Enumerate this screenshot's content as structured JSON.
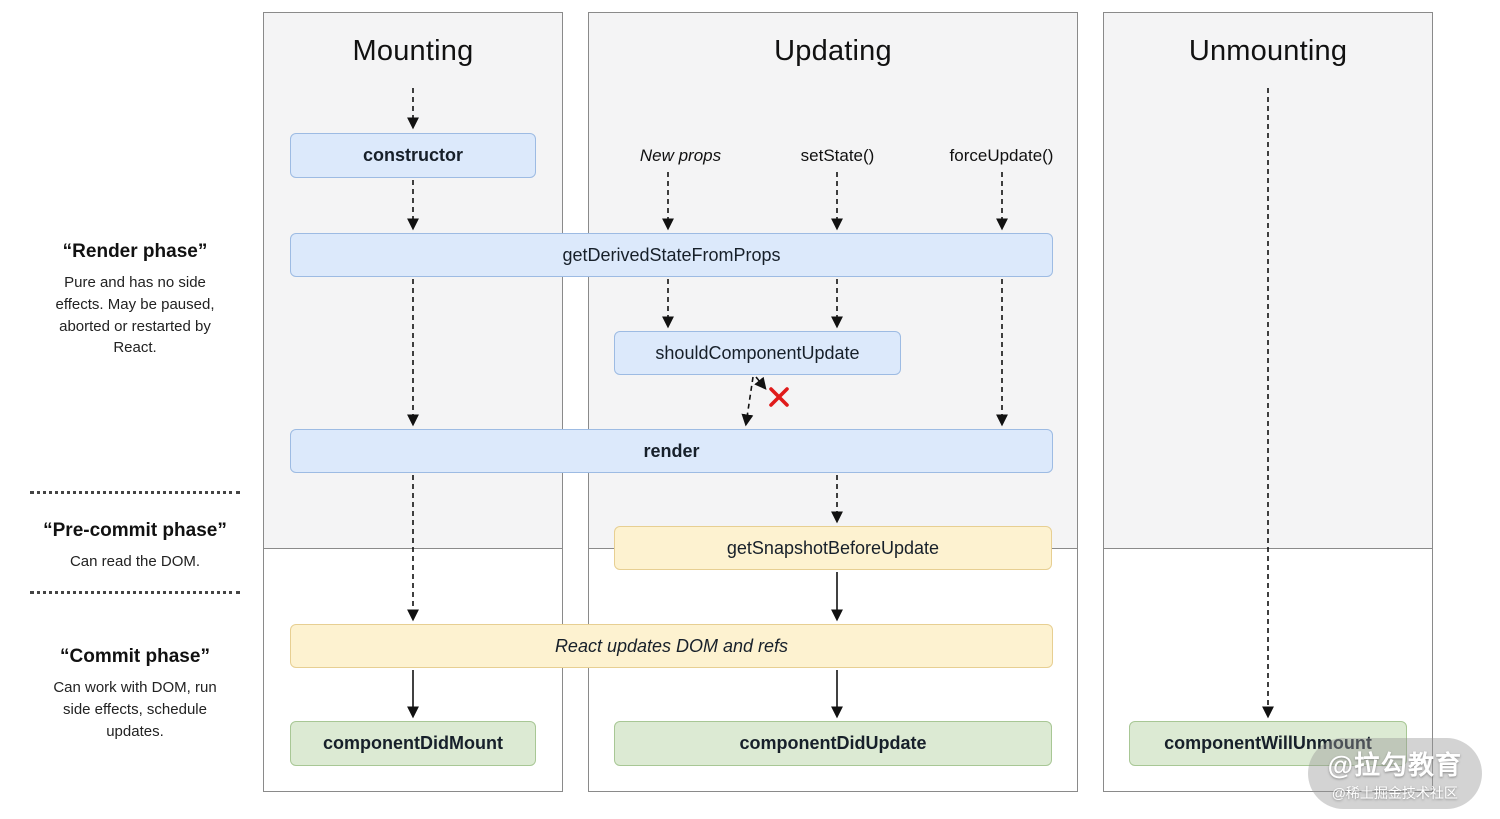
{
  "columns": {
    "mounting": {
      "title": "Mounting"
    },
    "updating": {
      "title": "Updating",
      "triggers": {
        "new_props": "New props",
        "set_state": "setState()",
        "force_update": "forceUpdate()"
      }
    },
    "unmounting": {
      "title": "Unmounting"
    }
  },
  "phases": {
    "render": {
      "title": "“Render phase”",
      "description": "Pure and has no side effects. May be paused, aborted or restarted by React."
    },
    "pre_commit": {
      "title": "“Pre-commit phase”",
      "description": "Can read the DOM."
    },
    "commit": {
      "title": "“Commit phase”",
      "description": "Can work with DOM, run side effects, schedule updates."
    }
  },
  "methods": {
    "constructor": "constructor",
    "getDerivedStateFromProps": "getDerivedStateFromProps",
    "shouldComponentUpdate": "shouldComponentUpdate",
    "render": "render",
    "getSnapshotBeforeUpdate": "getSnapshotBeforeUpdate",
    "reactUpdatesDom": "React updates DOM and refs",
    "componentDidMount": "componentDidMount",
    "componentDidUpdate": "componentDidUpdate",
    "componentWillUnmount": "componentWillUnmount"
  },
  "icons": {
    "skip_update": "red-x-icon"
  },
  "watermark": {
    "line1": "@拉勾教育",
    "line2": "@稀土掘金技术社区"
  },
  "colors": {
    "box_blue_bg": "#dce9fb",
    "box_blue_border": "#9dbbe3",
    "box_yellow_bg": "#fdf2d0",
    "box_yellow_border": "#e7cf92",
    "box_green_bg": "#dcead3",
    "box_green_border": "#a8c795",
    "panel_gray": "#f4f4f5",
    "panel_border": "#8a8a8a",
    "arrow": "#111111",
    "skip_x": "#e01b1b"
  }
}
